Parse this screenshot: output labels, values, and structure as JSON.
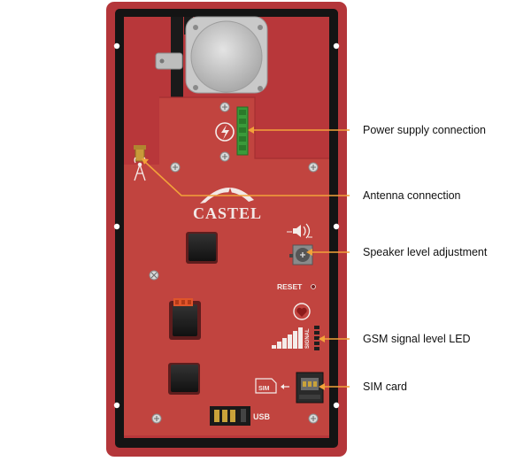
{
  "device": {
    "brand": "CASTEL",
    "reset_label": "RESET",
    "signal_label": "SIGNAL",
    "usb_label": "USB",
    "sim_label": "SIM"
  },
  "callouts": [
    {
      "id": "power",
      "label": "Power supply connection"
    },
    {
      "id": "antenna",
      "label": "Antenna connection"
    },
    {
      "id": "speaker",
      "label": "Speaker level adjustment"
    },
    {
      "id": "gsm",
      "label": "GSM signal level LED"
    },
    {
      "id": "sim",
      "label": "SIM card"
    }
  ],
  "colors": {
    "panel_red": "#b8373a",
    "board_red": "#c0433f",
    "frame_black": "#141414",
    "callout_orange": "#f2a23a",
    "text_white": "#f2e8e6"
  },
  "icons": [
    "lightning-icon",
    "antenna-icon",
    "speaker-icon",
    "heart-icon",
    "signal-bars-icon",
    "arrow-left-icon"
  ]
}
